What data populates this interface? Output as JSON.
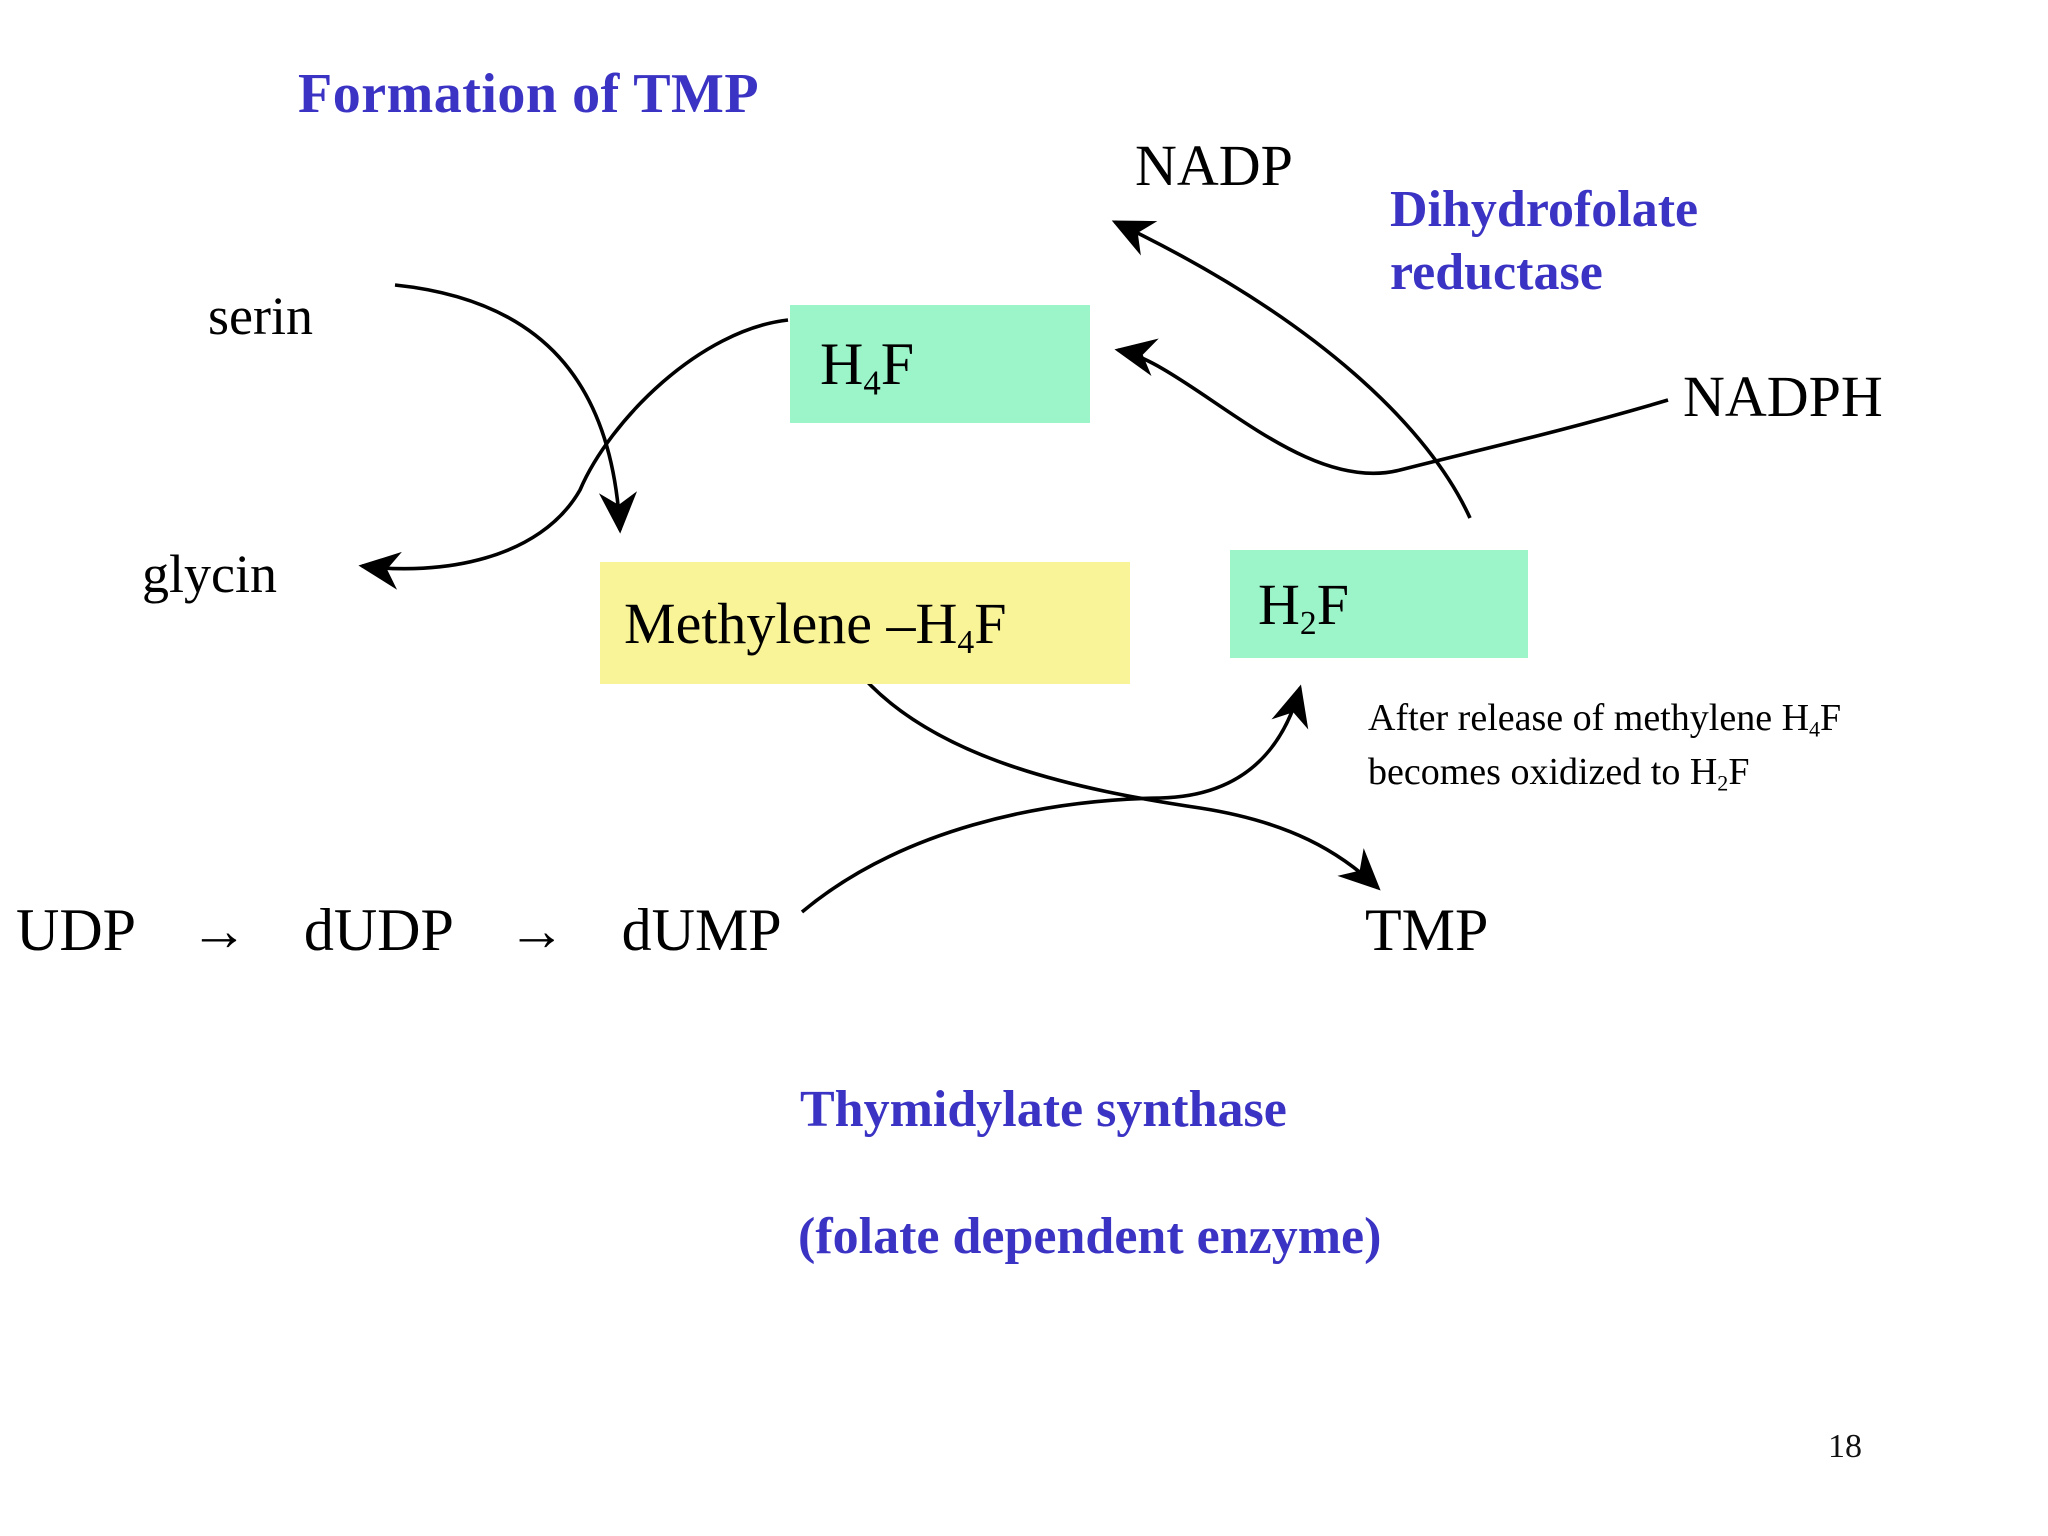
{
  "slide": {
    "title": "Formation of TMP",
    "page_number": "18",
    "title_color": "#3A33C4",
    "accent_blue": "#3A33C4",
    "box_green": "#9CF5C9",
    "box_yellow": "#FAF499",
    "background": "#ffffff"
  },
  "enzymes": {
    "dihydrofolate_reductase_line1": "Dihydrofolate",
    "dihydrofolate_reductase_line2": "reductase",
    "thymidylate_synthase": "Thymidylate synthase",
    "thymidylate_synthase_qualifier": "(folate dependent enzyme)"
  },
  "cofactors": {
    "nadp": "NADP",
    "nadph": "NADPH"
  },
  "amino_acids": {
    "serin": "serin",
    "glycin": "glycin"
  },
  "boxes": {
    "h4f": {
      "base": "H",
      "sub": "4",
      "tail": "F"
    },
    "methylene_h4f": {
      "prefix": "Methylene –H",
      "sub": "4",
      "tail": "F"
    },
    "h2f": {
      "base": "H",
      "sub": "2",
      "tail": "F"
    }
  },
  "pathway": {
    "step1": "UDP",
    "arrow1": "→",
    "step2": "dUDP",
    "arrow2": "→",
    "step3": "dUMP",
    "product": "TMP"
  },
  "note": {
    "line1_a": "After release of methylene H",
    "line1_sub": "4",
    "line1_b": "F",
    "line2_a": "becomes oxidized to H",
    "line2_sub": "2",
    "line2_b": "F"
  },
  "arrows": [
    {
      "name": "serin-to-methylene-h4f",
      "from": "serin",
      "to": "methylene-h4f-box"
    },
    {
      "name": "h4f-to-glycin",
      "from": "h4f-box",
      "to": "glycin"
    },
    {
      "name": "h2f-to-nadp",
      "from": "h2f-box",
      "to": "nadp"
    },
    {
      "name": "nadph-to-h4f",
      "from": "nadph",
      "to": "h4f-box"
    },
    {
      "name": "methylene-h4f-to-tmp",
      "from": "methylene-h4f-box",
      "to": "tmp"
    },
    {
      "name": "dump-to-h2f",
      "from": "dump",
      "to": "h2f-box"
    }
  ]
}
